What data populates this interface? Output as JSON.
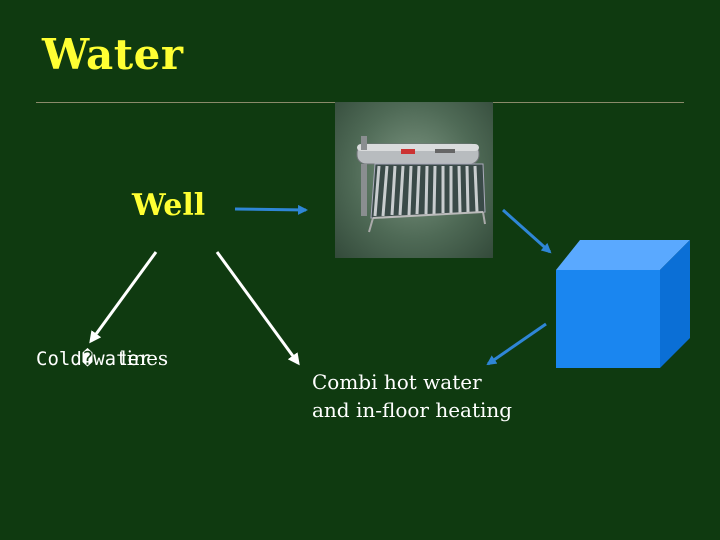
{
  "slide": {
    "title": "Water",
    "nodes": {
      "well": "Well",
      "cold_water": "Cold�water",
      "cold_lines": "lines",
      "combi_line1": "Combi hot water",
      "combi_line2": "and in-floor heating"
    },
    "colors": {
      "background": "#0f3a10",
      "title": "#ffff33",
      "arrow_blue": "#2f86d6",
      "arrow_white": "#ffffff",
      "tank": "#1a86f0"
    },
    "images": {
      "solar_panel": "solar-water-heater-image",
      "tank": "blue-cube-tank"
    }
  }
}
